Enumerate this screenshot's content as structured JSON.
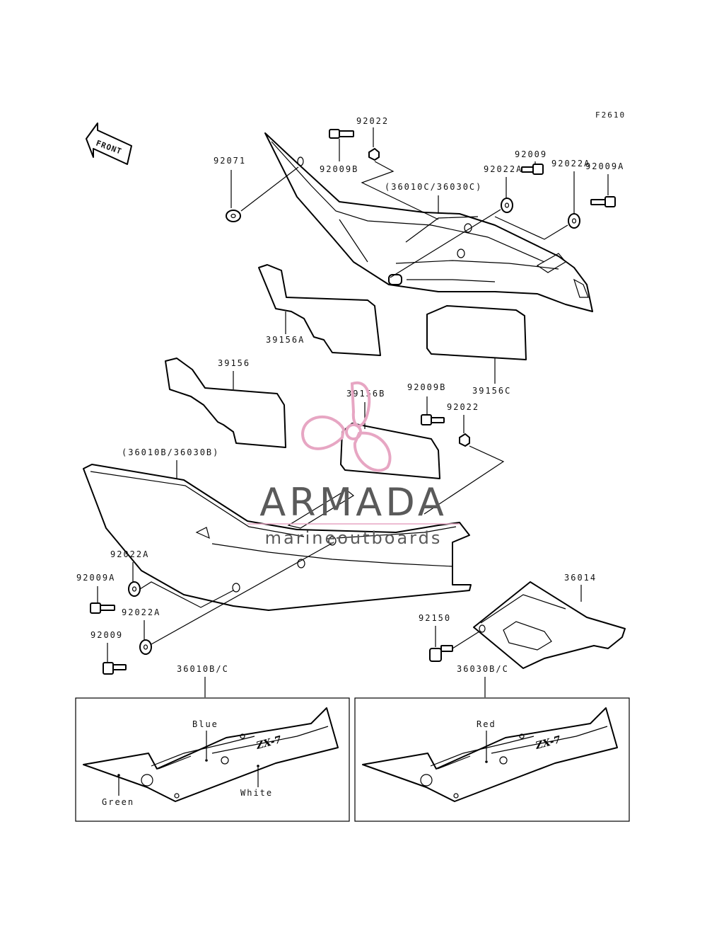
{
  "figure_code": "F2610",
  "front_label": "FRONT",
  "watermark": {
    "brand": "ARMADA",
    "tagline": "marineoutboards",
    "logo_color": "#e7a6c3",
    "text_color": "#5a5a5a"
  },
  "labels": {
    "p92022_top": "92022",
    "p92009B_top": "92009B",
    "p92071": "92071",
    "p36010C": "(36010C/36030C)",
    "p92009_top": "92009",
    "p92022A_mid": "92022A",
    "p92022A_right": "92022A",
    "p92009A_right": "92009A",
    "p39156A": "39156A",
    "p39156": "39156",
    "p39156C": "39156C",
    "p39156B": "39156B",
    "p92009B_mid": "92009B",
    "p92022_mid": "92022",
    "p36010B": "(36010B/36030B)",
    "p92022A_left1": "92022A",
    "p92009A_left": "92009A",
    "p92022A_left2": "92022A",
    "p92009_left": "92009",
    "p36014": "36014",
    "p92150": "92150",
    "p36010BC": "36010B/C",
    "p36030BC": "36030B/C"
  },
  "inset_left": {
    "logo": "ZX-7",
    "blue": "Blue",
    "white": "White",
    "green": "Green"
  },
  "inset_right": {
    "logo": "ZX-7",
    "red": "Red"
  }
}
